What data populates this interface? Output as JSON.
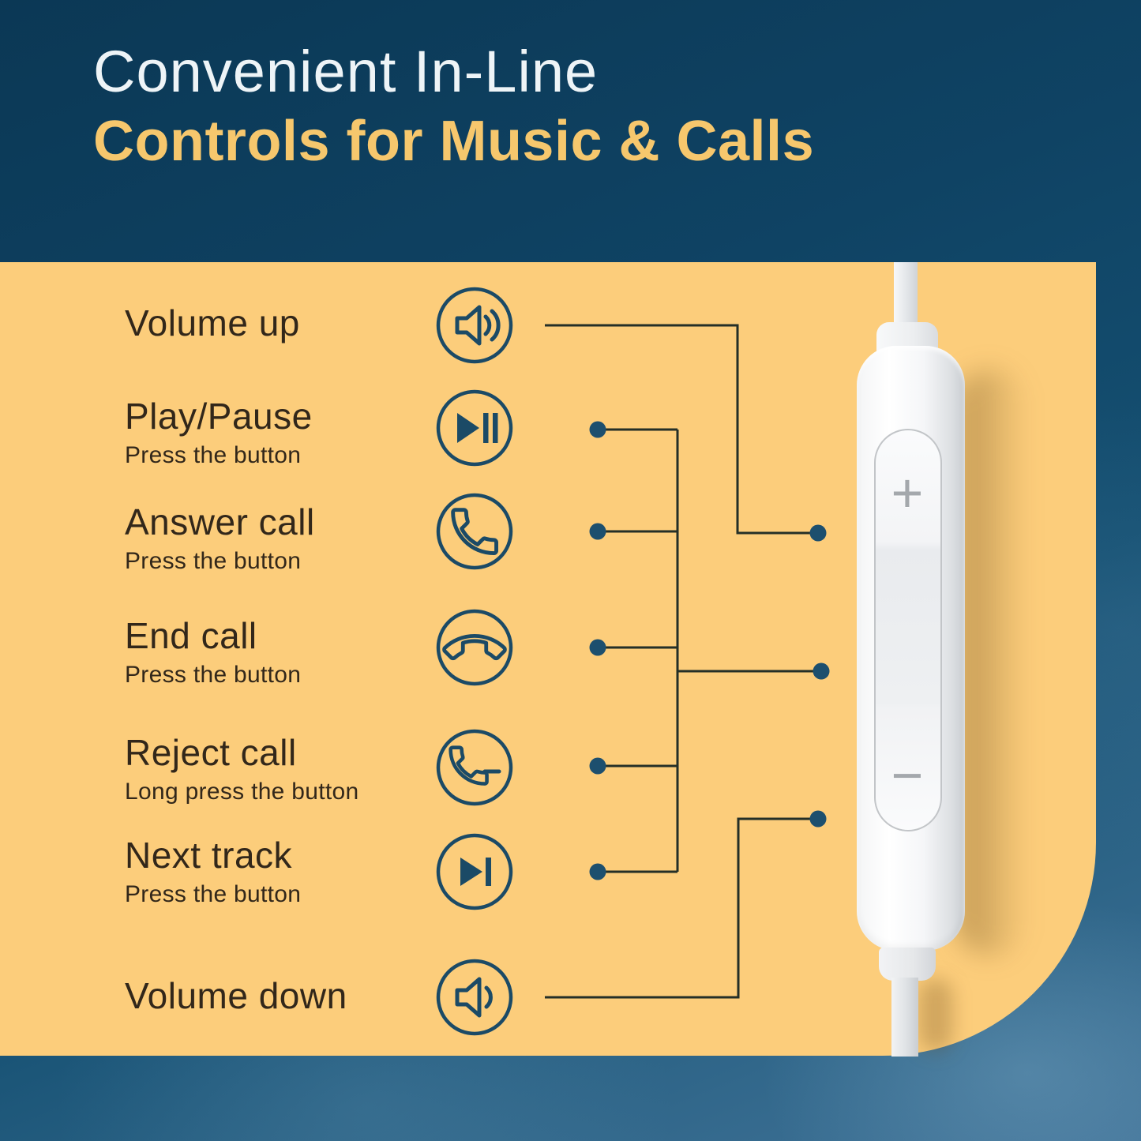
{
  "header": {
    "title_line1": "Convenient In-Line",
    "title_line2": "Controls for Music & Calls"
  },
  "controls": [
    {
      "label": "Volume up",
      "sub": "",
      "icon": "volume-up-icon"
    },
    {
      "label": "Play/Pause",
      "sub": "Press the button",
      "icon": "play-pause-icon"
    },
    {
      "label": "Answer call",
      "sub": "Press the button",
      "icon": "answer-call-icon"
    },
    {
      "label": "End call",
      "sub": "Press the button",
      "icon": "end-call-icon"
    },
    {
      "label": "Reject call",
      "sub": "Long press the button",
      "icon": "reject-call-icon"
    },
    {
      "label": "Next track",
      "sub": "Press the button",
      "icon": "next-track-icon"
    },
    {
      "label": "Volume down",
      "sub": "",
      "icon": "volume-down-icon"
    }
  ],
  "device": {
    "plus_label": "+",
    "minus_label": "−"
  },
  "colors": {
    "panel_yellow": "#fccd7b",
    "icon_navy": "#1b4a66",
    "wire_dark": "#242f27",
    "dot_navy": "#1d4f6e",
    "title_white": "#eef4f7",
    "title_yellow": "#f6c76d",
    "label_brown": "#32271a",
    "background_blue_top": "#0b3855",
    "background_blue_bottom": "#417398"
  }
}
